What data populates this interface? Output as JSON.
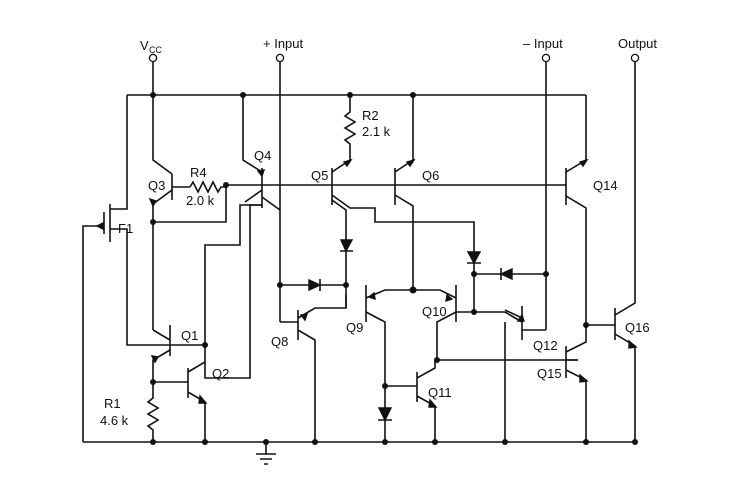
{
  "labels": {
    "vcc_main": "V",
    "vcc_sub": "CC",
    "plus_input": "+ Input",
    "minus_input": "– Input",
    "output": "Output",
    "r2_name": "R2",
    "r2_value": "2.1 k",
    "r4_name": "R4",
    "r4_value": "2.0 k",
    "r1_name": "R1",
    "r1_value": "4.6 k",
    "f1": "F1",
    "q1": "Q1",
    "q2": "Q2",
    "q3": "Q3",
    "q4": "Q4",
    "q5": "Q5",
    "q6": "Q6",
    "q8": "Q8",
    "q9": "Q9",
    "q10": "Q10",
    "q11": "Q11",
    "q12": "Q12",
    "q14": "Q14",
    "q15": "Q15",
    "q16": "Q16"
  }
}
